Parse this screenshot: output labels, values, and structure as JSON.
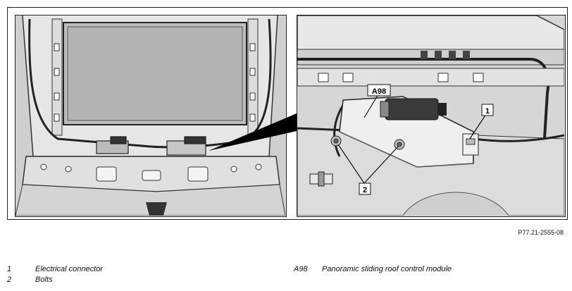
{
  "figure": {
    "callouts": {
      "connector": "1",
      "bolts": "2",
      "module": "A98"
    },
    "reference_code": "P77.21-2555-08"
  },
  "legend": {
    "items": [
      {
        "number": "1",
        "text": "Electrical connector"
      },
      {
        "number": "2",
        "text": "Bolts"
      },
      {
        "number": "A98",
        "text": "Panoramic sliding roof control module"
      }
    ]
  }
}
